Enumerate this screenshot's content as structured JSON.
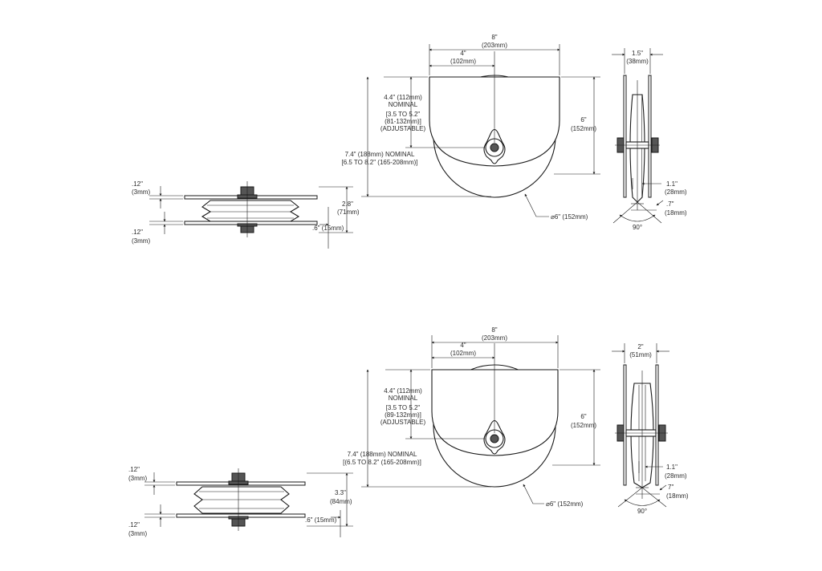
{
  "drawings": [
    {
      "front": {
        "width": "8\"",
        "width_mm": "(203mm)",
        "half_width": "4\"",
        "half_width_mm": "(102mm)",
        "height": "6\"",
        "height_mm": "(152mm)",
        "adjust_1": "4.4\" (112mm)",
        "adjust_2": "NOMINAL",
        "adjust_3": "[3.5 TO 5.2\"",
        "adjust_4": "(81-132mm)]",
        "adjust_5": "(ADJUSTABLE)",
        "overall_1": "7.4\" (188mm) NOMINAL",
        "overall_2": "[6.5 TO 8.2\" (165-208mm)]",
        "wheel_dia": "⌀6\" (152mm)"
      },
      "side": {
        "width": "1.5\"",
        "width_mm": "(38mm)",
        "groove": "1.1\"",
        "groove_mm": "(28mm)",
        "depth": ".7\"",
        "depth_mm": "(18mm)",
        "angle": "90°"
      },
      "plan": {
        "top_plate": ".12\"",
        "top_plate_mm": "(3mm)",
        "bottom_plate": ".12\"",
        "bottom_plate_mm": "(3mm)",
        "height": "2.8\"",
        "height_mm": "(71mm)",
        "offset": ".6\" (15mm)"
      }
    },
    {
      "front": {
        "width": "8\"",
        "width_mm": "(203mm)",
        "half_width": "4\"",
        "half_width_mm": "(102mm)",
        "height": "6\"",
        "height_mm": "(152mm)",
        "adjust_1": "4.4\" (112mm)",
        "adjust_2": "NOMINAL",
        "adjust_3": "[3.5 TO 5.2\"",
        "adjust_4": "(89-132mm)]",
        "adjust_5": "(ADJUSTABLE)",
        "overall_1": "7.4\" (188mm) NOMINAL",
        "overall_2": "[(6.5 TO 8.2\" (165-208mm)]",
        "wheel_dia": "⌀6\" (152mm)"
      },
      "side": {
        "width": "2\"",
        "width_mm": "(51mm)",
        "groove": "1.1\"",
        "groove_mm": "(28mm)",
        "depth": "7\"",
        "depth_mm": "(18mm)",
        "angle": "90°"
      },
      "plan": {
        "top_plate": ".12\"",
        "top_plate_mm": "(3mm)",
        "bottom_plate": ".12\"",
        "bottom_plate_mm": "(3mm)",
        "height": "3.3\"",
        "height_mm": "(84mm)",
        "offset": ".6\" (15mm)"
      }
    }
  ],
  "colors": {
    "line": "#1a1a1a",
    "text": "#2b2b2b",
    "hardware": "#555555",
    "background": "#ffffff"
  }
}
